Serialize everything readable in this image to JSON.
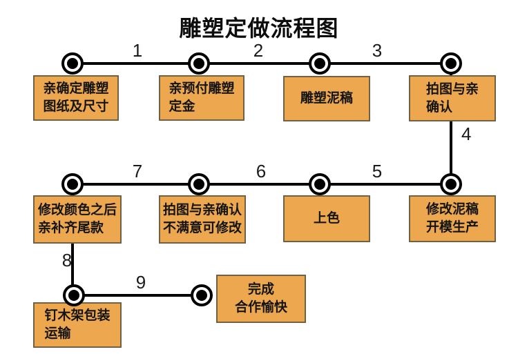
{
  "title": "雕塑定做流程图",
  "colors": {
    "box_fill": "#ECA74F",
    "box_border": "#6F6142",
    "line": "#000000"
  },
  "boxes": [
    {
      "id": "confirm-drawing",
      "lines": [
        "亲确定雕塑",
        "图纸及尺寸"
      ]
    },
    {
      "id": "pay-deposit",
      "lines": [
        "亲预付雕塑",
        "定金"
      ]
    },
    {
      "id": "clay-draft",
      "lines": [
        "雕塑泥稿"
      ]
    },
    {
      "id": "photo-confirm",
      "lines": [
        "拍图与亲",
        "确认"
      ]
    },
    {
      "id": "recolor-pay-balance",
      "lines": [
        "修改颜色之后",
        "亲补齐尾款"
      ]
    },
    {
      "id": "photo-confirm-revise",
      "lines": [
        "拍图与亲确认",
        "不满意可修改"
      ]
    },
    {
      "id": "coloring",
      "lines": [
        "上色"
      ]
    },
    {
      "id": "revise-draft-mold",
      "lines": [
        "修改泥稿",
        "开模生产"
      ]
    },
    {
      "id": "crate-pack-ship",
      "lines": [
        "钉木架包装",
        "运输"
      ]
    },
    {
      "id": "complete",
      "lines": [
        "完成",
        "合作愉快"
      ]
    }
  ],
  "step_labels": [
    "1",
    "2",
    "3",
    "4",
    "5",
    "6",
    "7",
    "8",
    "9"
  ]
}
